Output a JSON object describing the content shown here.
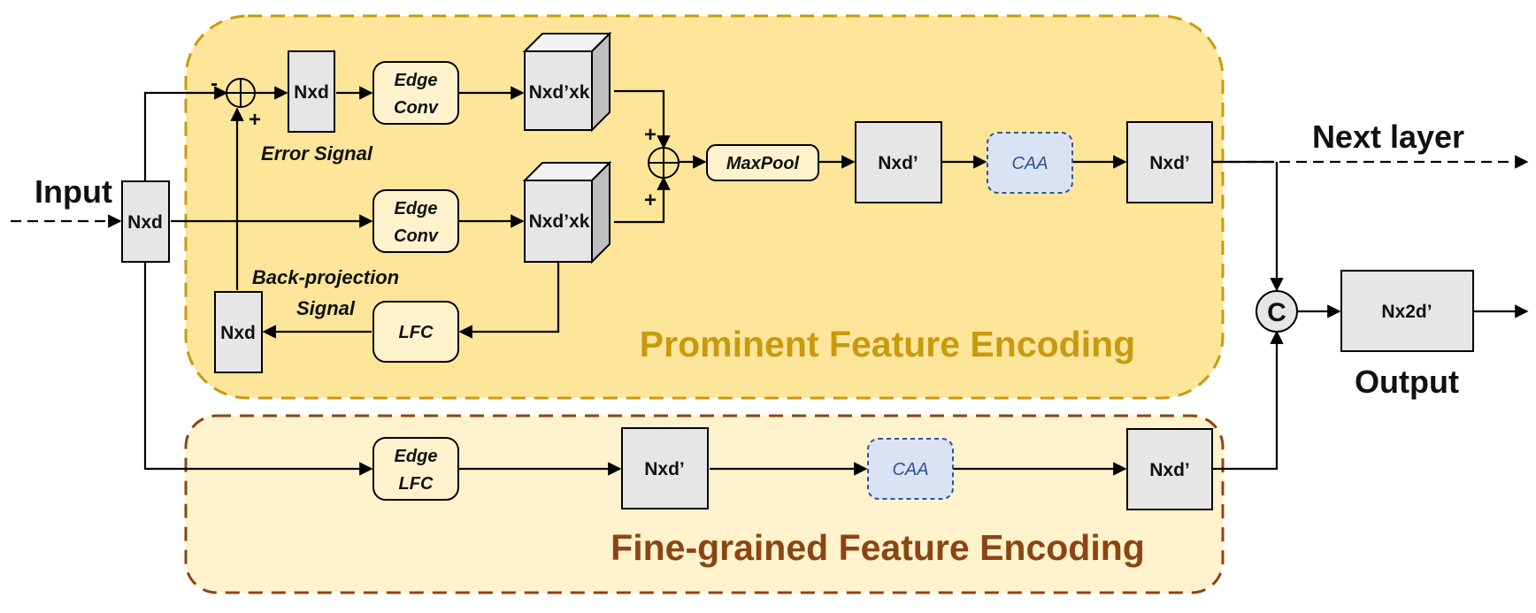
{
  "labels": {
    "input": "Input",
    "next_layer": "Next layer",
    "output": "Output",
    "prominent_title": "Prominent Feature Encoding",
    "fine_title": "Fine-grained Feature Encoding",
    "error_signal": "Error Signal",
    "backproj_line1": "Back-projection",
    "backproj_line2": "Signal",
    "minus_sign": "-",
    "plus_sign": "+",
    "concat": "C"
  },
  "nodes": {
    "input_nxd": "Nxd",
    "top_nxd": "Nxd",
    "edge_conv_top_l1": "Edge",
    "edge_conv_top_l2": "Conv",
    "cube_top": "Nxd’xk",
    "edge_conv_mid_l1": "Edge",
    "edge_conv_mid_l2": "Conv",
    "cube_mid": "Nxd’xk",
    "lfc": "LFC",
    "bp_nxd": "Nxd",
    "maxpool": "MaxPool",
    "prom_nxd1": "Nxd’",
    "caa_top": "CAA",
    "prom_nxd2": "Nxd’",
    "edge_lfc_l1": "Edge",
    "edge_lfc_l2": "LFC",
    "fine_nxd1": "Nxd’",
    "caa_bottom": "CAA",
    "fine_nxd2": "Nxd’",
    "output_nx2d": "Nx2d’"
  },
  "colors": {
    "prominent_fill": "#fde59a",
    "prominent_border": "#c99a0f",
    "fine_fill": "#fff2cc",
    "fine_border": "#8b4513",
    "box_fill": "#e6e6e6",
    "op_fill": "#fff2cc",
    "caa_fill": "#dae3f3",
    "caa_border": "#2f5597"
  }
}
